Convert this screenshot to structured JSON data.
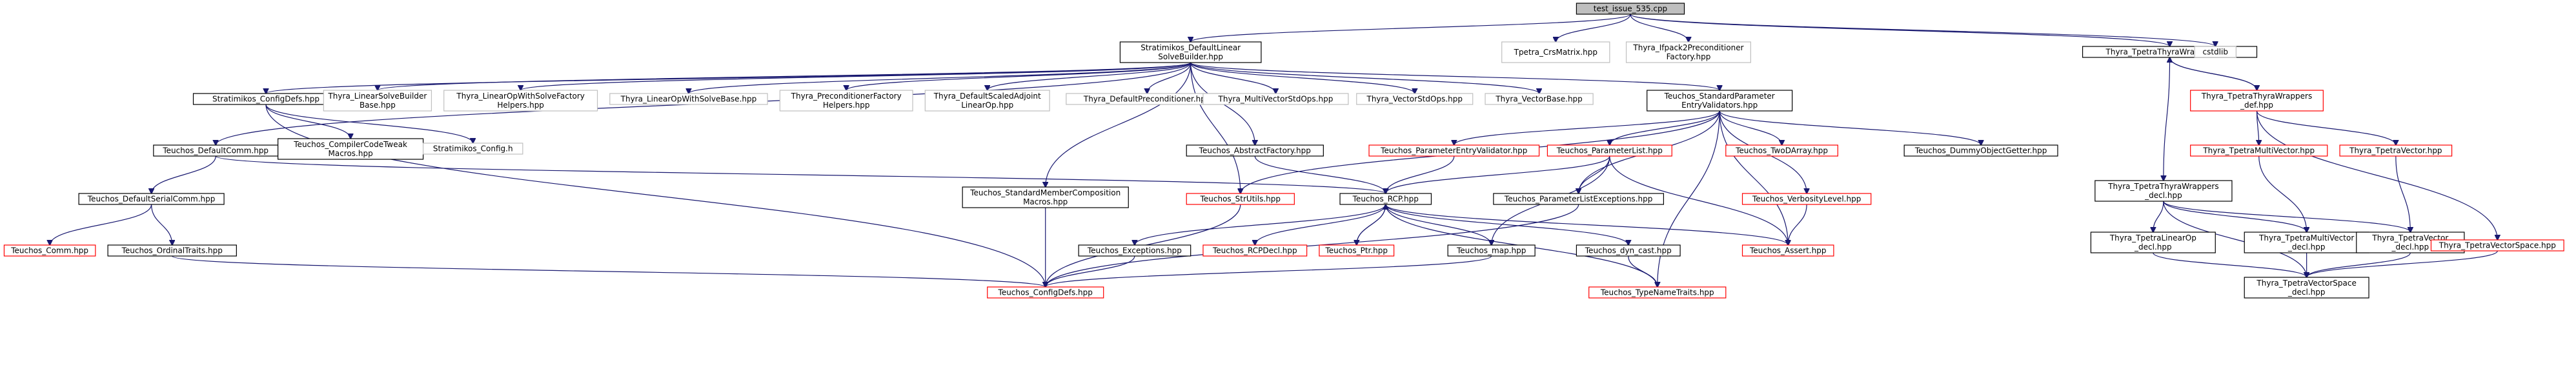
{
  "colors": {
    "root_fill": "#bfbfbf",
    "root_stroke": "#000000",
    "black_stroke": "#000000",
    "red_stroke": "#ff0000",
    "gray_stroke": "#bfbfbf",
    "edge": "#191970"
  },
  "nodes": {
    "root": {
      "lines": [
        "test_issue_535.cpp"
      ],
      "style": "root"
    },
    "strat_builder": {
      "lines": [
        "Stratimikos_DefaultLinear",
        "SolveBuilder.hpp"
      ],
      "style": "black"
    },
    "tpetra_crs": {
      "lines": [
        "Tpetra_CrsMatrix.hpp"
      ],
      "style": "gray"
    },
    "thyra_ifpack2": {
      "lines": [
        "Thyra_Ifpack2Preconditioner",
        "Factory.hpp"
      ],
      "style": "gray"
    },
    "thyra_tpetra_wrappers": {
      "lines": [
        "Thyra_TpetraThyraWrappers.hpp"
      ],
      "style": "black"
    },
    "cstdlib": {
      "lines": [
        "cstdlib"
      ],
      "style": "gray"
    },
    "strat_configdefs": {
      "lines": [
        "Stratimikos_ConfigDefs.hpp"
      ],
      "style": "black"
    },
    "thyra_lsb_base": {
      "lines": [
        "Thyra_LinearSolveBuilder",
        "Base.hpp"
      ],
      "style": "gray"
    },
    "thyra_lows_factory": {
      "lines": [
        "Thyra_LinearOpWithSolveFactory",
        "Helpers.hpp"
      ],
      "style": "gray"
    },
    "thyra_lows_base": {
      "lines": [
        "Thyra_LinearOpWithSolveBase.hpp"
      ],
      "style": "gray"
    },
    "thyra_prec_factory": {
      "lines": [
        "Thyra_PreconditionerFactory",
        "Helpers.hpp"
      ],
      "style": "gray"
    },
    "thyra_scaled_adjoint": {
      "lines": [
        "Thyra_DefaultScaledAdjoint",
        "LinearOp.hpp"
      ],
      "style": "gray"
    },
    "thyra_default_prec": {
      "lines": [
        "Thyra_DefaultPreconditioner.hpp"
      ],
      "style": "gray"
    },
    "thyra_mv_std_ops": {
      "lines": [
        "Thyra_MultiVectorStdOps.hpp"
      ],
      "style": "gray"
    },
    "thyra_v_std_ops": {
      "lines": [
        "Thyra_VectorStdOps.hpp"
      ],
      "style": "gray"
    },
    "thyra_vector_base": {
      "lines": [
        "Thyra_VectorBase.hpp"
      ],
      "style": "gray"
    },
    "teuchos_std_param_validators": {
      "lines": [
        "Teuchos_StandardParameter",
        "EntryValidators.hpp"
      ],
      "style": "black"
    },
    "thyra_tpetra_wrappers_def": {
      "lines": [
        "Thyra_TpetraThyraWrappers",
        "_def.hpp"
      ],
      "style": "red"
    },
    "teuchos_default_comm": {
      "lines": [
        "Teuchos_DefaultComm.hpp"
      ],
      "style": "black"
    },
    "teuchos_compiler_tweak": {
      "lines": [
        "Teuchos_CompilerCodeTweak",
        "Macros.hpp"
      ],
      "style": "black"
    },
    "strat_config_h": {
      "lines": [
        "Stratimikos_Config.h"
      ],
      "style": "gray"
    },
    "teuchos_abstract_factory": {
      "lines": [
        "Teuchos_AbstractFactory.hpp"
      ],
      "style": "black"
    },
    "teuchos_param_entry_validator": {
      "lines": [
        "Teuchos_ParameterEntryValidator.hpp"
      ],
      "style": "red"
    },
    "teuchos_param_list": {
      "lines": [
        "Teuchos_ParameterList.hpp"
      ],
      "style": "red"
    },
    "teuchos_two_darray": {
      "lines": [
        "Teuchos_TwoDArray.hpp"
      ],
      "style": "red"
    },
    "teuchos_dummy_getter": {
      "lines": [
        "Teuchos_DummyObjectGetter.hpp"
      ],
      "style": "black"
    },
    "thyra_tpetra_wrappers_decl": {
      "lines": [
        "Thyra_TpetraThyraWrappers",
        "_decl.hpp"
      ],
      "style": "black"
    },
    "thyra_tpetra_mv": {
      "lines": [
        "Thyra_TpetraMultiVector.hpp"
      ],
      "style": "red"
    },
    "thyra_tpetra_vector": {
      "lines": [
        "Thyra_TpetraVector.hpp"
      ],
      "style": "red"
    },
    "teuchos_default_serial_comm": {
      "lines": [
        "Teuchos_DefaultSerialComm.hpp"
      ],
      "style": "black"
    },
    "teuchos_std_member_comp": {
      "lines": [
        "Teuchos_StandardMemberComposition",
        "Macros.hpp"
      ],
      "style": "black"
    },
    "teuchos_str_utils": {
      "lines": [
        "Teuchos_StrUtils.hpp"
      ],
      "style": "red"
    },
    "teuchos_rcp": {
      "lines": [
        "Teuchos_RCP.hpp"
      ],
      "style": "black"
    },
    "teuchos_param_list_exceptions": {
      "lines": [
        "Teuchos_ParameterListExceptions.hpp"
      ],
      "style": "black"
    },
    "teuchos_verbosity_level": {
      "lines": [
        "Teuchos_VerbosityLevel.hpp"
      ],
      "style": "red"
    },
    "thyra_tpetra_linear_op_decl": {
      "lines": [
        "Thyra_TpetraLinearOp",
        "_decl.hpp"
      ],
      "style": "black"
    },
    "thyra_tpetra_mv_decl": {
      "lines": [
        "Thyra_TpetraMultiVector",
        "_decl.hpp"
      ],
      "style": "black"
    },
    "thyra_tpetra_vector_decl": {
      "lines": [
        "Thyra_TpetraVector",
        "_decl.hpp"
      ],
      "style": "black"
    },
    "thyra_tpetra_vector_space": {
      "lines": [
        "Thyra_TpetraVectorSpace.hpp"
      ],
      "style": "red"
    },
    "teuchos_comm": {
      "lines": [
        "Teuchos_Comm.hpp"
      ],
      "style": "red"
    },
    "teuchos_ordinal_traits": {
      "lines": [
        "Teuchos_OrdinalTraits.hpp"
      ],
      "style": "black"
    },
    "teuchos_exceptions": {
      "lines": [
        "Teuchos_Exceptions.hpp"
      ],
      "style": "black"
    },
    "teuchos_rcp_decl": {
      "lines": [
        "Teuchos_RCPDecl.hpp"
      ],
      "style": "red"
    },
    "teuchos_ptr": {
      "lines": [
        "Teuchos_Ptr.hpp"
      ],
      "style": "red"
    },
    "teuchos_map": {
      "lines": [
        "Teuchos_map.hpp"
      ],
      "style": "black"
    },
    "teuchos_dyn_cast": {
      "lines": [
        "Teuchos_dyn_cast.hpp"
      ],
      "style": "black"
    },
    "teuchos_assert": {
      "lines": [
        "Teuchos_Assert.hpp"
      ],
      "style": "red"
    },
    "thyra_tpetra_vector_space_decl": {
      "lines": [
        "Thyra_TpetraVectorSpace",
        "_decl.hpp"
      ],
      "style": "black"
    },
    "teuchos_config_defs": {
      "lines": [
        "Teuchos_ConfigDefs.hpp"
      ],
      "style": "red"
    },
    "teuchos_type_name_traits": {
      "lines": [
        "Teuchos_TypeNameTraits.hpp"
      ],
      "style": "red"
    }
  },
  "edges": [
    [
      "root",
      "strat_builder"
    ],
    [
      "root",
      "tpetra_crs"
    ],
    [
      "root",
      "thyra_ifpack2"
    ],
    [
      "root",
      "thyra_tpetra_wrappers"
    ],
    [
      "root",
      "cstdlib"
    ],
    [
      "strat_builder",
      "strat_configdefs"
    ],
    [
      "strat_builder",
      "thyra_lsb_base"
    ],
    [
      "strat_builder",
      "thyra_lows_factory"
    ],
    [
      "strat_builder",
      "thyra_lows_base"
    ],
    [
      "strat_builder",
      "thyra_prec_factory"
    ],
    [
      "strat_builder",
      "thyra_scaled_adjoint"
    ],
    [
      "strat_builder",
      "thyra_default_prec"
    ],
    [
      "strat_builder",
      "thyra_mv_std_ops"
    ],
    [
      "strat_builder",
      "thyra_v_std_ops"
    ],
    [
      "strat_builder",
      "thyra_vector_base"
    ],
    [
      "strat_builder",
      "teuchos_std_param_validators"
    ],
    [
      "strat_builder",
      "teuchos_abstract_factory"
    ],
    [
      "strat_builder",
      "teuchos_default_comm"
    ],
    [
      "strat_builder",
      "teuchos_std_member_comp"
    ],
    [
      "strat_builder",
      "teuchos_str_utils"
    ],
    [
      "strat_configdefs",
      "teuchos_compiler_tweak"
    ],
    [
      "strat_configdefs",
      "strat_config_h"
    ],
    [
      "strat_configdefs",
      "teuchos_config_defs"
    ],
    [
      "teuchos_std_param_validators",
      "teuchos_param_entry_validator"
    ],
    [
      "teuchos_std_param_validators",
      "teuchos_param_list"
    ],
    [
      "teuchos_std_param_validators",
      "teuchos_two_darray"
    ],
    [
      "teuchos_std_param_validators",
      "teuchos_dummy_getter"
    ],
    [
      "teuchos_std_param_validators",
      "teuchos_str_utils"
    ],
    [
      "teuchos_std_param_validators",
      "teuchos_param_list_exceptions"
    ],
    [
      "teuchos_std_param_validators",
      "teuchos_verbosity_level"
    ],
    [
      "teuchos_std_param_validators",
      "teuchos_assert"
    ],
    [
      "teuchos_std_param_validators",
      "teuchos_type_name_traits"
    ],
    [
      "thyra_tpetra_wrappers",
      "thyra_tpetra_wrappers_def"
    ],
    [
      "thyra_tpetra_wrappers",
      "thyra_tpetra_wrappers_decl"
    ],
    [
      "thyra_tpetra_wrappers_def",
      "thyra_tpetra_wrappers"
    ],
    [
      "thyra_tpetra_wrappers_def",
      "thyra_tpetra_mv"
    ],
    [
      "thyra_tpetra_wrappers_def",
      "thyra_tpetra_vector"
    ],
    [
      "thyra_tpetra_wrappers_def",
      "thyra_tpetra_vector_space"
    ],
    [
      "thyra_tpetra_wrappers_decl",
      "thyra_tpetra_linear_op_decl"
    ],
    [
      "thyra_tpetra_wrappers_decl",
      "thyra_tpetra_mv_decl"
    ],
    [
      "thyra_tpetra_wrappers_decl",
      "thyra_tpetra_vector_decl"
    ],
    [
      "thyra_tpetra_wrappers_decl",
      "thyra_tpetra_vector_space_decl"
    ],
    [
      "thyra_tpetra_mv",
      "thyra_tpetra_mv_decl"
    ],
    [
      "thyra_tpetra_vector",
      "thyra_tpetra_vector_decl"
    ],
    [
      "thyra_tpetra_vector_space",
      "thyra_tpetra_vector_space_decl"
    ],
    [
      "thyra_tpetra_linear_op_decl",
      "thyra_tpetra_vector_space_decl"
    ],
    [
      "thyra_tpetra_mv_decl",
      "thyra_tpetra_vector_space_decl"
    ],
    [
      "thyra_tpetra_vector_decl",
      "thyra_tpetra_vector_space_decl"
    ],
    [
      "teuchos_default_comm",
      "teuchos_default_serial_comm"
    ],
    [
      "teuchos_default_comm",
      "teuchos_rcp"
    ],
    [
      "teuchos_default_serial_comm",
      "teuchos_comm"
    ],
    [
      "teuchos_default_serial_comm",
      "teuchos_ordinal_traits"
    ],
    [
      "teuchos_ordinal_traits",
      "teuchos_config_defs"
    ],
    [
      "teuchos_abstract_factory",
      "teuchos_rcp"
    ],
    [
      "teuchos_param_entry_validator",
      "teuchos_rcp"
    ],
    [
      "teuchos_param_list",
      "teuchos_rcp"
    ],
    [
      "teuchos_param_list",
      "teuchos_map"
    ],
    [
      "teuchos_param_list",
      "teuchos_param_list_exceptions"
    ],
    [
      "teuchos_param_list",
      "teuchos_assert"
    ],
    [
      "teuchos_verbosity_level",
      "teuchos_assert"
    ],
    [
      "teuchos_std_member_comp",
      "teuchos_config_defs"
    ],
    [
      "teuchos_str_utils",
      "teuchos_config_defs"
    ],
    [
      "teuchos_rcp",
      "teuchos_exceptions"
    ],
    [
      "teuchos_rcp",
      "teuchos_rcp_decl"
    ],
    [
      "teuchos_rcp",
      "teuchos_ptr"
    ],
    [
      "teuchos_ptr",
      "teuchos_rcp"
    ],
    [
      "teuchos_rcp",
      "teuchos_map"
    ],
    [
      "teuchos_rcp",
      "teuchos_dyn_cast"
    ],
    [
      "teuchos_rcp",
      "teuchos_assert"
    ],
    [
      "teuchos_rcp",
      "teuchos_type_name_traits"
    ],
    [
      "teuchos_param_list_exceptions",
      "teuchos_config_defs"
    ],
    [
      "teuchos_exceptions",
      "teuchos_config_defs"
    ],
    [
      "teuchos_map",
      "teuchos_config_defs"
    ],
    [
      "teuchos_dyn_cast",
      "teuchos_type_name_traits"
    ]
  ]
}
